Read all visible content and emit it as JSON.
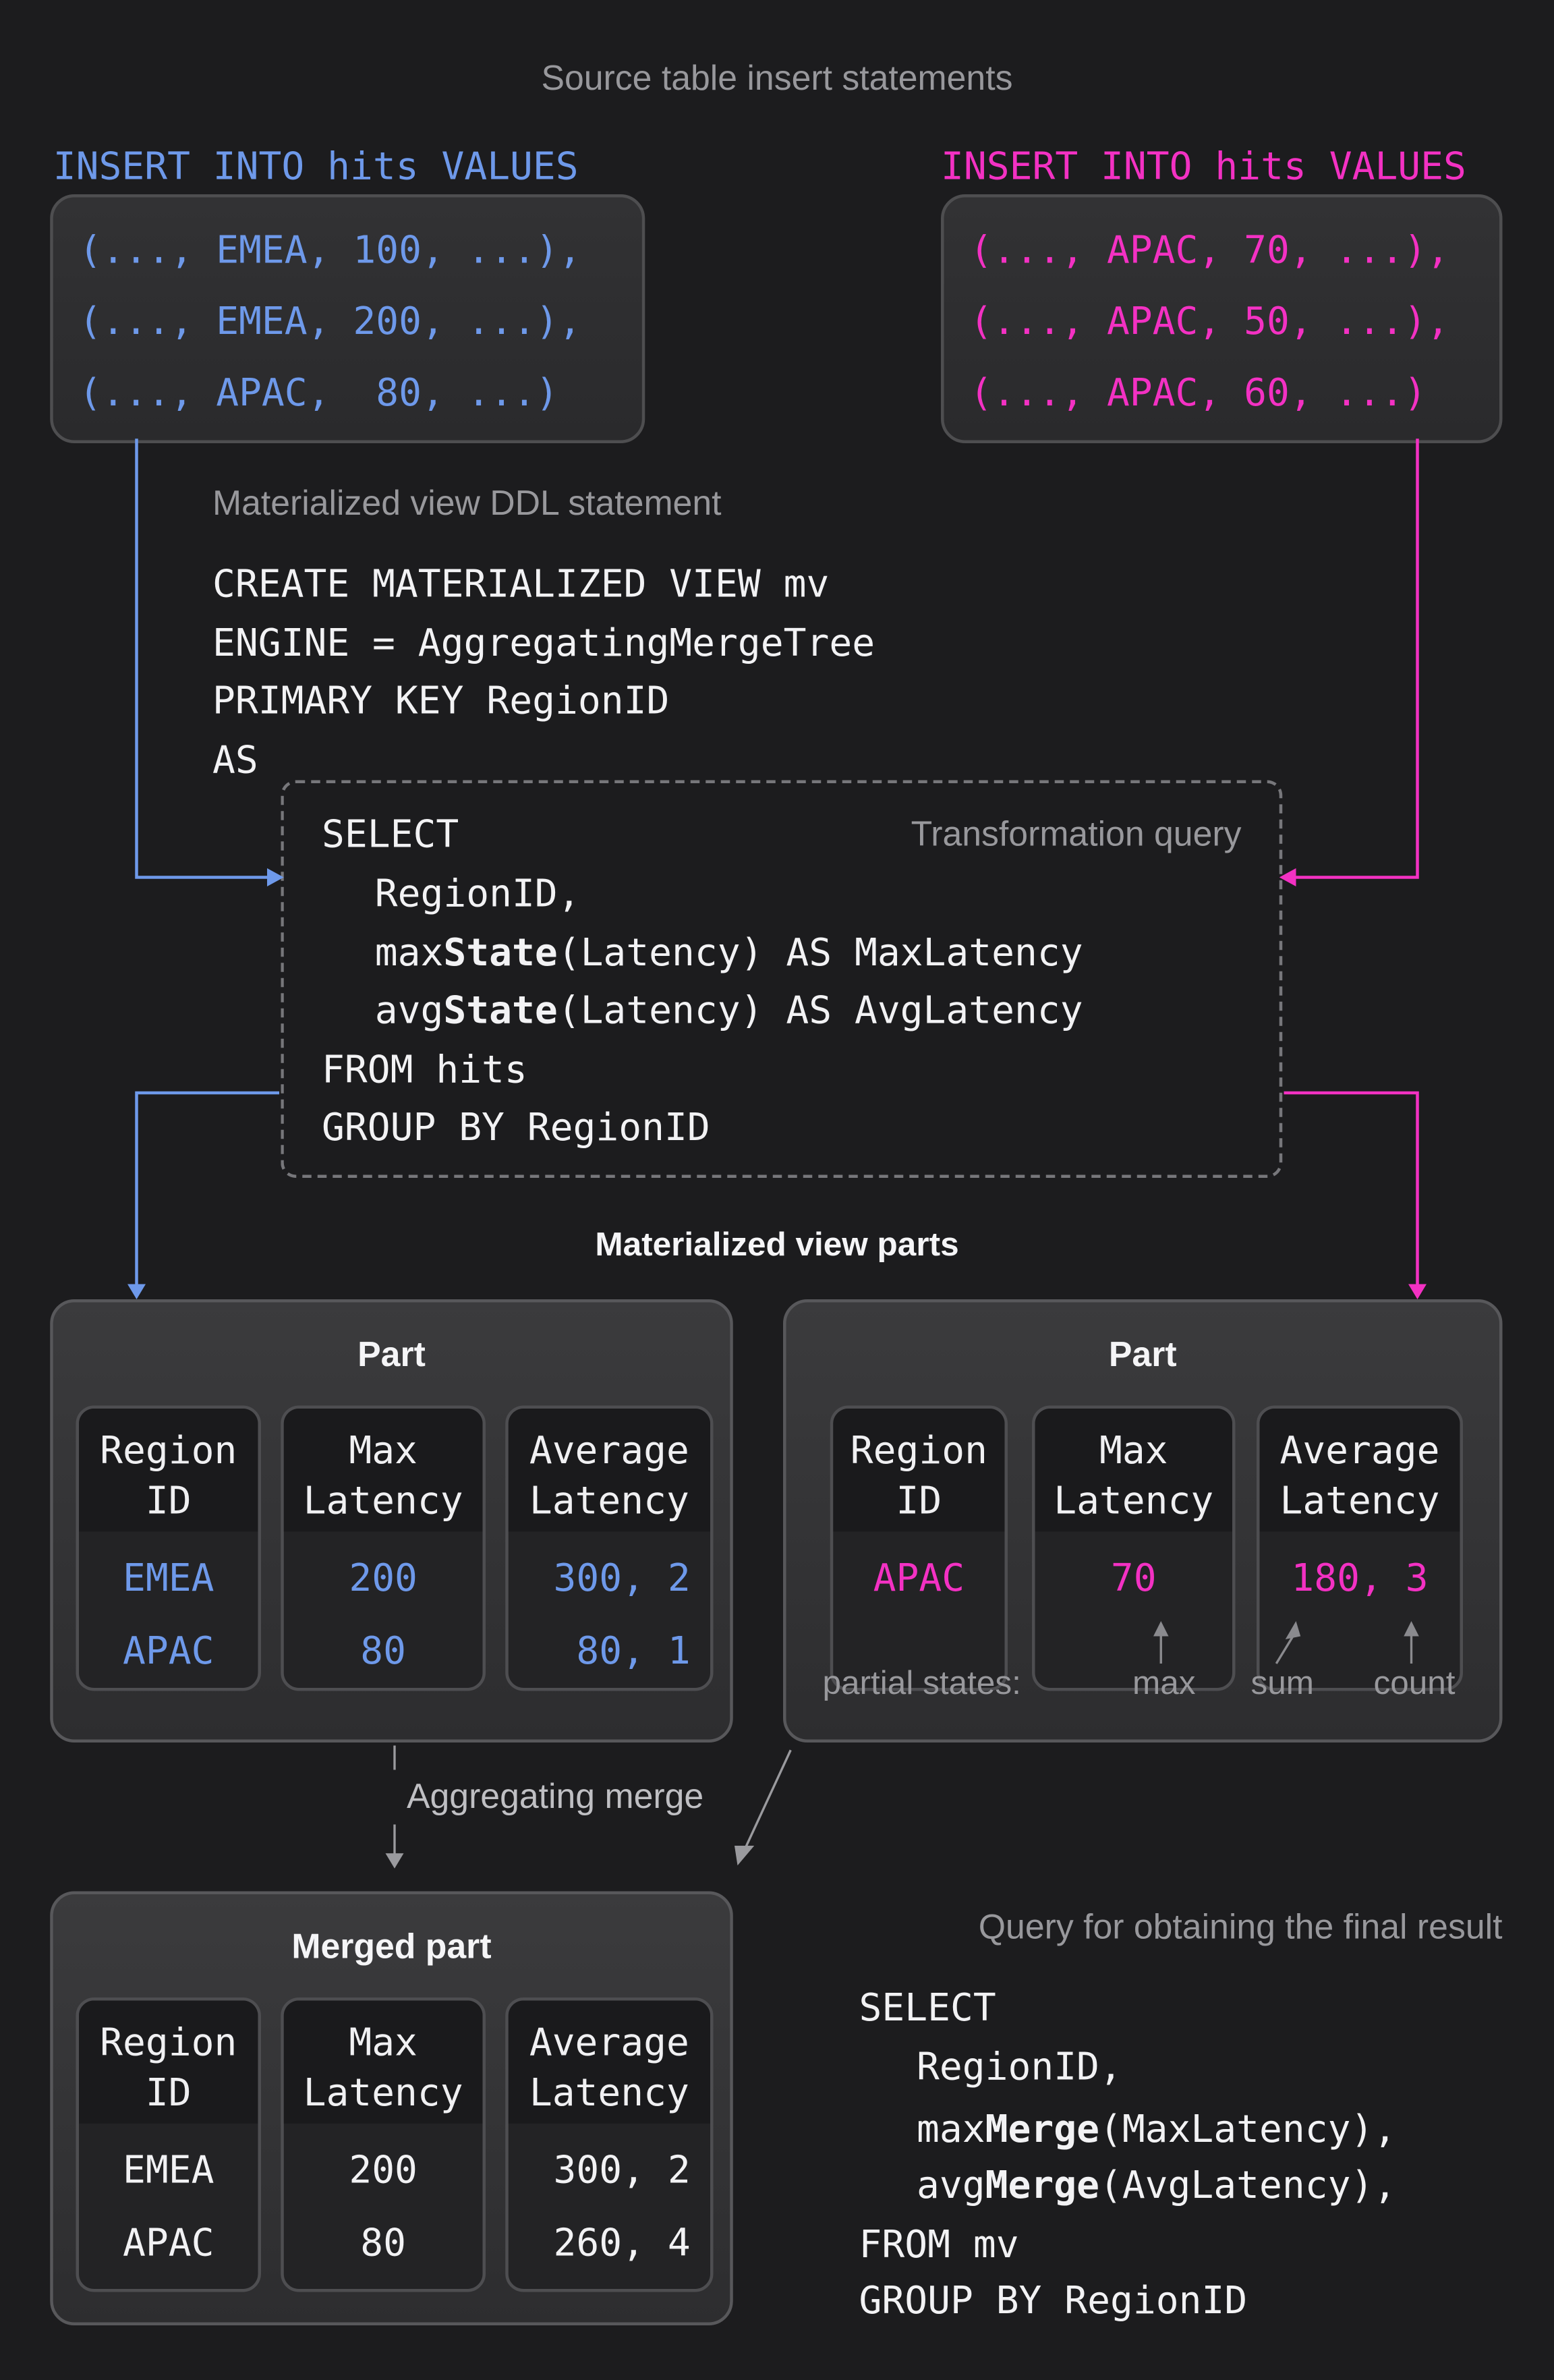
{
  "page": {
    "title": "Source table insert statements"
  },
  "colors": {
    "background": "#1c1c1e",
    "blue_accent": "#6e99ea",
    "magenta_accent": "#f331c3",
    "gray_label": "#98989c",
    "white_text": "#f2f2f4"
  },
  "inserts": {
    "left": {
      "header": "INSERT INTO hits VALUES",
      "rows": [
        "(..., EMEA, 100, ...),",
        "(..., EMEA, 200, ...),",
        "(..., APAC,  80, ...)"
      ]
    },
    "right": {
      "header": "INSERT INTO hits VALUES",
      "rows": [
        "(..., APAC, 70, ...),",
        "(..., APAC, 50, ...),",
        "(..., APAC, 60, ...)"
      ]
    }
  },
  "ddl": {
    "label": "Materialized view DDL statement",
    "lines": [
      "CREATE MATERIALIZED VIEW mv",
      "ENGINE = AggregatingMergeTree",
      "PRIMARY KEY RegionID",
      "AS"
    ]
  },
  "transformation_query": {
    "label": "Transformation query",
    "line_select": "SELECT",
    "line_region": "RegionID,",
    "line_max": {
      "pre": "max",
      "bold": "State",
      "post": "(Latency) AS MaxLatency"
    },
    "line_avg": {
      "pre": "avg",
      "bold": "State",
      "post": "(Latency) AS AvgLatency"
    },
    "line_from": "FROM hits",
    "line_group": "GROUP BY RegionID"
  },
  "parts_section": {
    "title": "Materialized view parts"
  },
  "left_part": {
    "title": "Part",
    "columns": [
      {
        "header1": "Region",
        "header2": "ID",
        "values": [
          "EMEA",
          "APAC"
        ]
      },
      {
        "header1": "Max",
        "header2": "Latency",
        "values": [
          "200",
          "80"
        ]
      },
      {
        "header1": "Average",
        "header2": "Latency",
        "values": [
          "300, 2",
          "80, 1"
        ]
      }
    ]
  },
  "right_part": {
    "title": "Part",
    "columns": [
      {
        "header1": "Region",
        "header2": "ID",
        "values": [
          "APAC"
        ]
      },
      {
        "header1": "Max",
        "header2": "Latency",
        "values": [
          "70"
        ]
      },
      {
        "header1": "Average",
        "header2": "Latency",
        "values": [
          "180, 3"
        ]
      }
    ],
    "partial_states": {
      "label": "partial states:",
      "max": "max",
      "sum": "sum",
      "count": "count"
    }
  },
  "merge": {
    "label": "Aggregating merge"
  },
  "merged_part": {
    "title": "Merged part",
    "columns": [
      {
        "header1": "Region",
        "header2": "ID",
        "values": [
          "EMEA",
          "APAC"
        ]
      },
      {
        "header1": "Max",
        "header2": "Latency",
        "values": [
          "200",
          "80"
        ]
      },
      {
        "header1": "Average",
        "header2": "Latency",
        "values": [
          "300, 2",
          "260, 4"
        ]
      }
    ]
  },
  "final_query": {
    "label": "Query for obtaining the final result",
    "line_select": "SELECT",
    "line_region": "RegionID,",
    "line_max": {
      "pre": "max",
      "bold": "Merge",
      "post": "(MaxLatency),"
    },
    "line_avg": {
      "pre": "avg",
      "bold": "Merge",
      "post": "(AvgLatency),"
    },
    "line_from": "FROM mv",
    "line_group": "GROUP BY RegionID"
  }
}
